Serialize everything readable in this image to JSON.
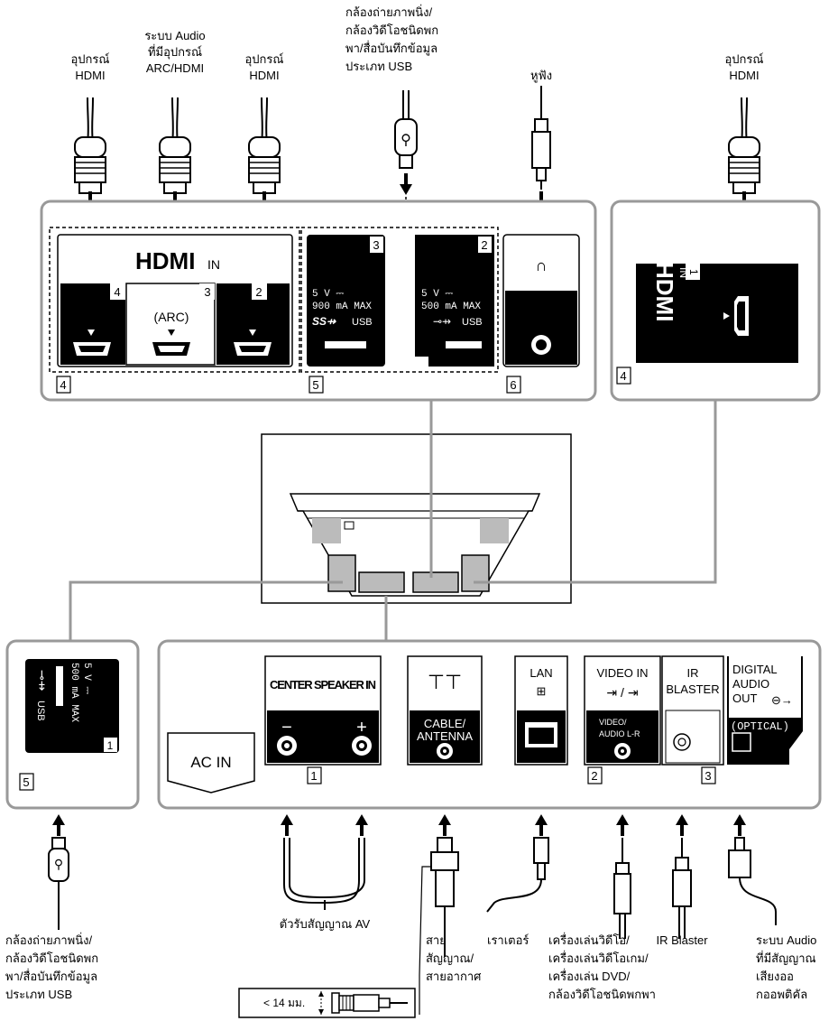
{
  "top_labels": {
    "hdmi_device_1": [
      "อุปกรณ์",
      "HDMI"
    ],
    "arc_audio": [
      "ระบบ Audio",
      "ที่มีอุปกรณ์",
      "ARC/HDMI"
    ],
    "hdmi_device_2": [
      "อุปกรณ์",
      "HDMI"
    ],
    "usb_device_top": [
      "กล้องถ่ายภาพนิ่ง/",
      "กล้องวิดีโอชนิดพก",
      "พา/สื่อบันทึกข้อมูล",
      "ประเภท USB"
    ],
    "headphones": "หูฟัง",
    "hdmi_device_right": [
      "อุปกรณ์",
      "HDMI"
    ]
  },
  "top_panel": {
    "hdmi_logo": "HDMI",
    "hdmi_in": "IN",
    "ports": [
      "4",
      "3",
      "2"
    ],
    "arc": "(ARC)",
    "usb3": {
      "num": "3",
      "line1": "5 V ⎓",
      "line2": "900 mA MAX",
      "usb": "USB"
    },
    "usb2": {
      "num": "2",
      "line1": "5 V ⎓",
      "line2": "500 mA MAX",
      "usb": "USB"
    },
    "group_nums": [
      "4",
      "5",
      "6"
    ]
  },
  "right_panel": {
    "hdmi_in": "IN",
    "port": "1",
    "group_num": "4"
  },
  "left_usb_panel": {
    "line1": "5 V ⎓",
    "line2": "500 mA MAX",
    "usb": "USB",
    "port": "1",
    "group_num": "5"
  },
  "bottom_panel": {
    "ac_in": "AC IN",
    "center_speaker": "CENTER SPEAKER IN",
    "minus": "−",
    "plus": "+",
    "cable_antenna": [
      "CABLE/",
      "ANTENNA"
    ],
    "lan": "LAN",
    "video_in": "VIDEO IN",
    "video_sub": [
      "VIDEO/",
      "AUDIO L-R"
    ],
    "ir_blaster": [
      "IR",
      "BLASTER"
    ],
    "digital_audio": [
      "DIGITAL",
      "AUDIO",
      "OUT"
    ],
    "optical": "(OPTICAL)",
    "group_nums": [
      "1",
      "2",
      "3"
    ]
  },
  "bottom_labels": {
    "av_receiver": "ตัวรับสัญญาณ AV",
    "usb_device_bottom": [
      "กล้องถ่ายภาพนิ่ง/",
      "กล้องวิดีโอชนิดพก",
      "พา/สื่อบันทึกข้อมูล",
      "ประเภท USB"
    ],
    "cable": [
      "สาย",
      "สัญญาณ/",
      "สายอากาศ"
    ],
    "router": "เราเตอร์",
    "video_devices": [
      "เครื่องเล่นวิดีโอ/",
      "เครื่องเล่นวิดีโอเกม/",
      "เครื่องเล่น DVD/",
      "กล้องวิดีโอชนิดพกพา"
    ],
    "ir_blaster": "IR Blaster",
    "optical_audio": [
      "ระบบ Audio",
      "ที่มีสัญญาณ",
      "เสียงออ",
      "กออพติคัล"
    ],
    "connector_size": "< 14 มม."
  }
}
